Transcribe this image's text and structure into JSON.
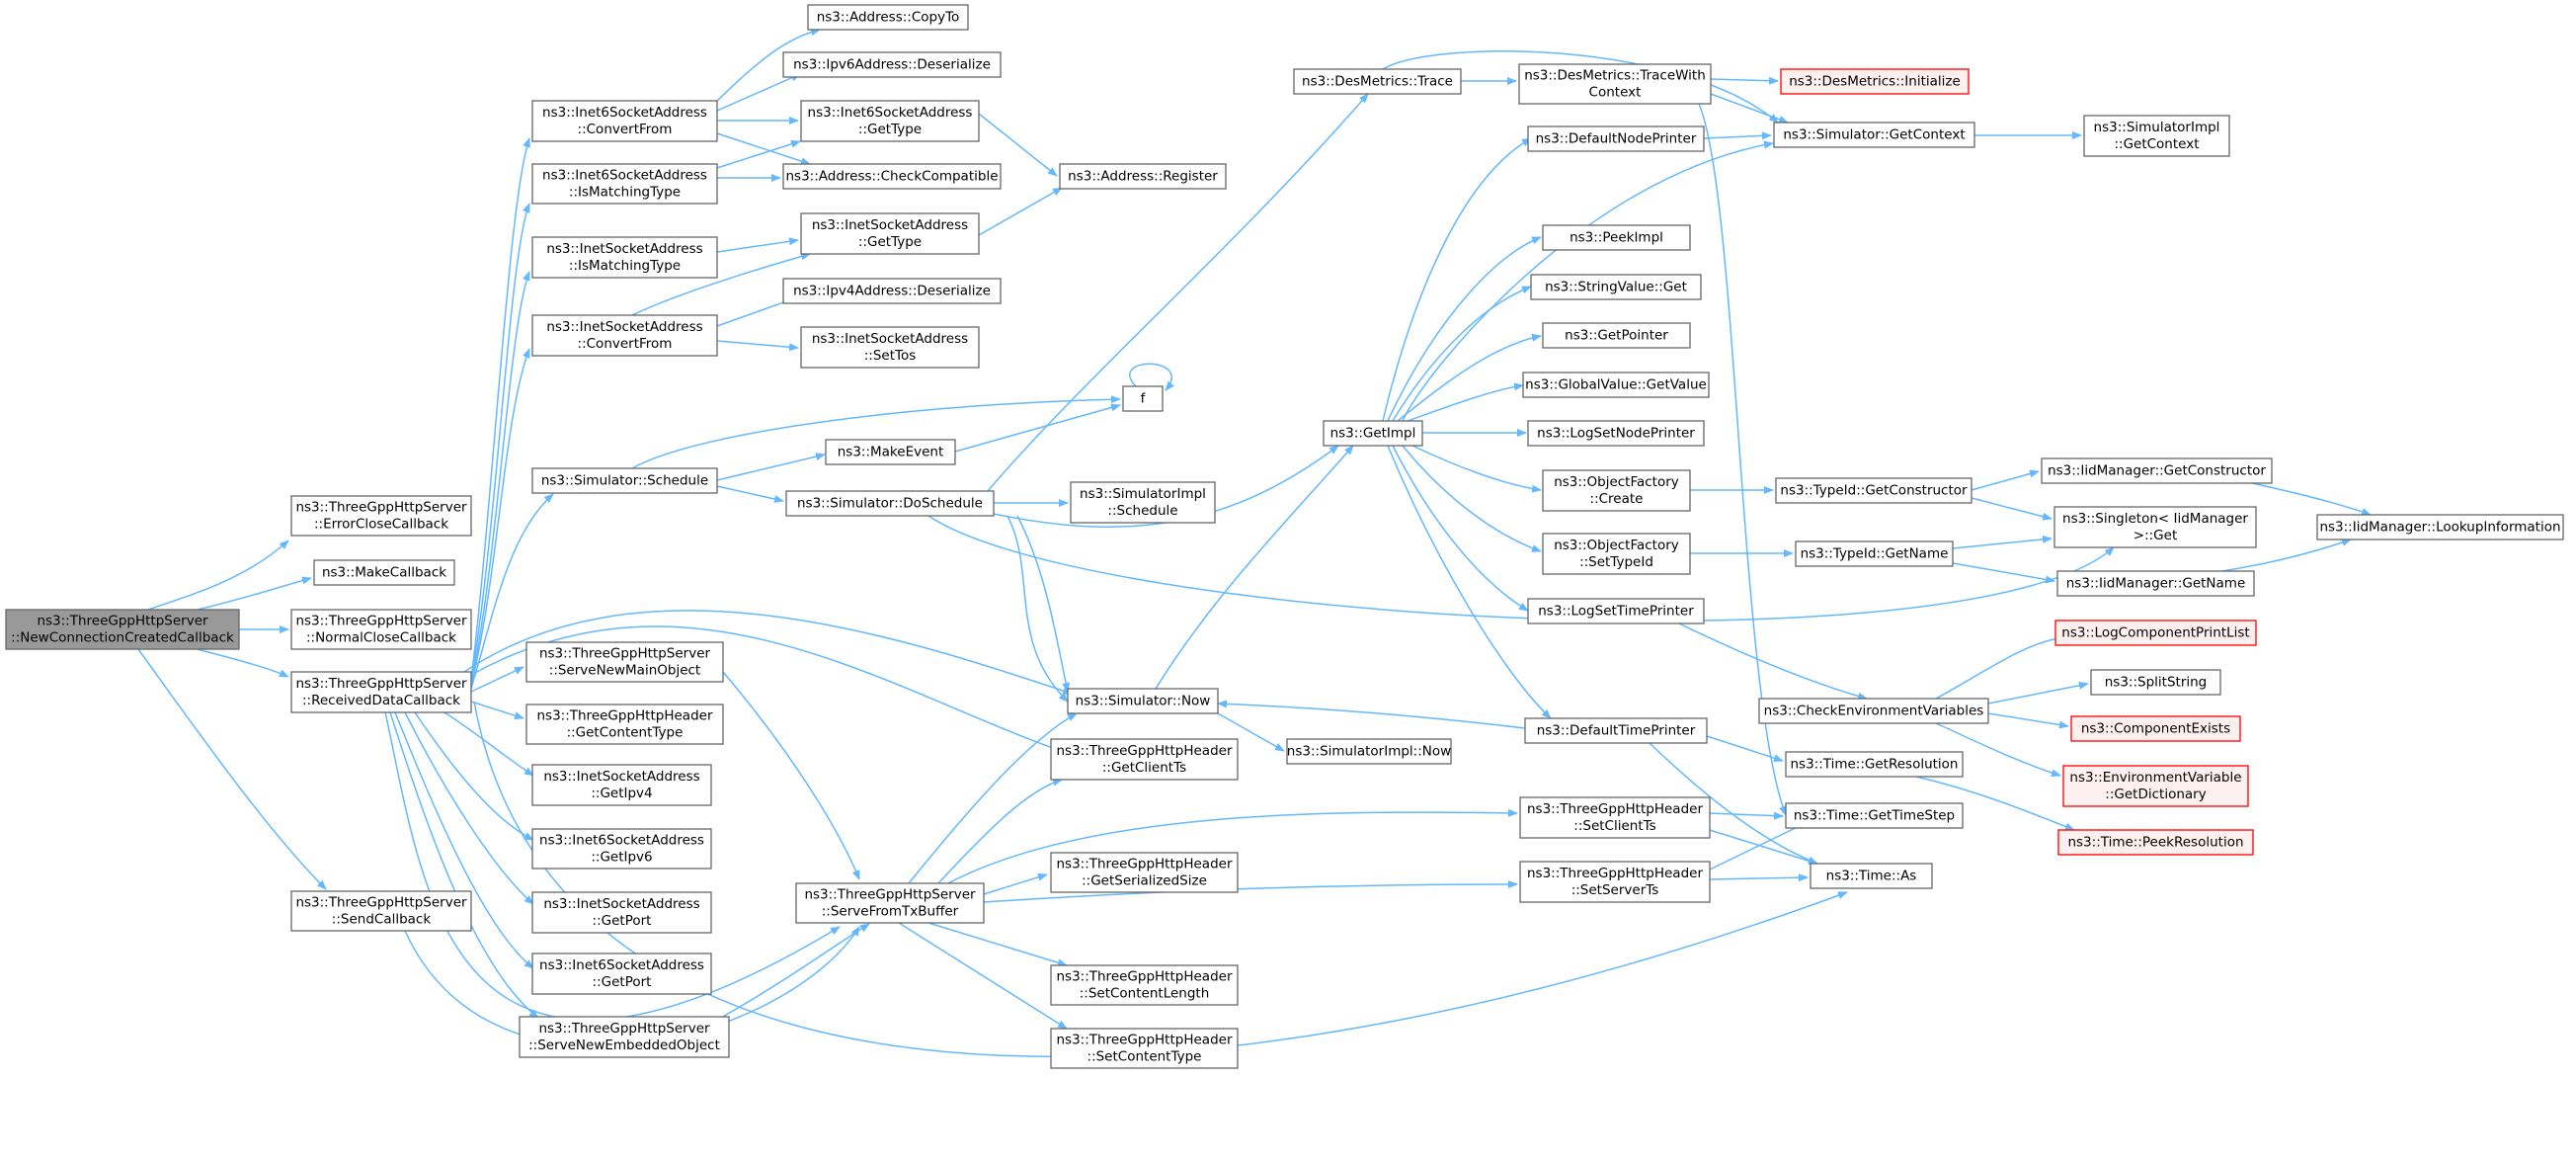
{
  "colors": {
    "edge": "#63b8ff",
    "node_border": "#666666",
    "node_fill": "#ffffff",
    "root_fill": "#999999",
    "root_border": "#666666",
    "truncated_border": "#ff0000",
    "truncated_fill": "#fff0f0",
    "text": "#000000"
  },
  "nodes": [
    {
      "id": "root",
      "lines": [
        "ns3::ThreeGppHttpServer",
        "::NewConnectionCreatedCallback"
      ],
      "kind": "root"
    },
    {
      "id": "errclose",
      "lines": [
        "ns3::ThreeGppHttpServer",
        "::ErrorCloseCallback"
      ]
    },
    {
      "id": "makecb",
      "lines": [
        "ns3::MakeCallback"
      ]
    },
    {
      "id": "normclose",
      "lines": [
        "ns3::ThreeGppHttpServer",
        "::NormalCloseCallback"
      ]
    },
    {
      "id": "recvdata",
      "lines": [
        "ns3::ThreeGppHttpServer",
        "::ReceivedDataCallback"
      ]
    },
    {
      "id": "sendcb",
      "lines": [
        "ns3::ThreeGppHttpServer",
        "::SendCallback"
      ]
    },
    {
      "id": "i6convert",
      "lines": [
        "ns3::Inet6SocketAddress",
        "::ConvertFrom"
      ]
    },
    {
      "id": "i6match",
      "lines": [
        "ns3::Inet6SocketAddress",
        "::IsMatchingType"
      ]
    },
    {
      "id": "imatch",
      "lines": [
        "ns3::InetSocketAddress",
        "::IsMatchingType"
      ]
    },
    {
      "id": "iconvert",
      "lines": [
        "ns3::InetSocketAddress",
        "::ConvertFrom"
      ]
    },
    {
      "id": "simsched",
      "lines": [
        "ns3::Simulator::Schedule"
      ]
    },
    {
      "id": "servemain",
      "lines": [
        "ns3::ThreeGppHttpServer",
        "::ServeNewMainObject"
      ]
    },
    {
      "id": "getcontenttype",
      "lines": [
        "ns3::ThreeGppHttpHeader",
        "::GetContentType"
      ]
    },
    {
      "id": "getipv4",
      "lines": [
        "ns3::InetSocketAddress",
        "::GetIpv4"
      ]
    },
    {
      "id": "getipv6",
      "lines": [
        "ns3::Inet6SocketAddress",
        "::GetIpv6"
      ]
    },
    {
      "id": "igetport",
      "lines": [
        "ns3::InetSocketAddress",
        "::GetPort"
      ]
    },
    {
      "id": "i6getport",
      "lines": [
        "ns3::Inet6SocketAddress",
        "::GetPort"
      ]
    },
    {
      "id": "serveembedded",
      "lines": [
        "ns3::ThreeGppHttpServer",
        "::ServeNewEmbeddedObject"
      ]
    },
    {
      "id": "addrcopyto",
      "lines": [
        "ns3::Address::CopyTo"
      ]
    },
    {
      "id": "ipv6deser",
      "lines": [
        "ns3::Ipv6Address::Deserialize"
      ]
    },
    {
      "id": "i6gettype",
      "lines": [
        "ns3::Inet6SocketAddress",
        "::GetType"
      ]
    },
    {
      "id": "addrcheck",
      "lines": [
        "ns3::Address::CheckCompatible"
      ]
    },
    {
      "id": "igettype",
      "lines": [
        "ns3::InetSocketAddress",
        "::GetType"
      ]
    },
    {
      "id": "ipv4deser",
      "lines": [
        "ns3::Ipv4Address::Deserialize"
      ]
    },
    {
      "id": "isettos",
      "lines": [
        "ns3::InetSocketAddress",
        "::SetTos"
      ]
    },
    {
      "id": "f",
      "lines": [
        "f"
      ]
    },
    {
      "id": "makeevent",
      "lines": [
        "ns3::MakeEvent"
      ]
    },
    {
      "id": "doschedule",
      "lines": [
        "ns3::Simulator::DoSchedule"
      ]
    },
    {
      "id": "addrreg",
      "lines": [
        "ns3::Address::Register"
      ]
    },
    {
      "id": "simimplsched",
      "lines": [
        "ns3::SimulatorImpl",
        "::Schedule"
      ]
    },
    {
      "id": "simnow",
      "lines": [
        "ns3::Simulator::Now"
      ]
    },
    {
      "id": "getclientts",
      "lines": [
        "ns3::ThreeGppHttpHeader",
        "::GetClientTs"
      ]
    },
    {
      "id": "simimplnow",
      "lines": [
        "ns3::SimulatorImpl::Now"
      ]
    },
    {
      "id": "servefromtx",
      "lines": [
        "ns3::ThreeGppHttpServer",
        "::ServeFromTxBuffer"
      ]
    },
    {
      "id": "getserialized",
      "lines": [
        "ns3::ThreeGppHttpHeader",
        "::GetSerializedSize"
      ]
    },
    {
      "id": "setcontentlen",
      "lines": [
        "ns3::ThreeGppHttpHeader",
        "::SetContentLength"
      ]
    },
    {
      "id": "setcontenttype",
      "lines": [
        "ns3::ThreeGppHttpHeader",
        "::SetContentType"
      ]
    },
    {
      "id": "desmtrace",
      "lines": [
        "ns3::DesMetrics::Trace"
      ]
    },
    {
      "id": "desmtracectx",
      "lines": [
        "ns3::DesMetrics::TraceWith",
        "Context"
      ]
    },
    {
      "id": "desminit",
      "lines": [
        "ns3::DesMetrics::Initialize"
      ],
      "kind": "truncated"
    },
    {
      "id": "defnodeprinter",
      "lines": [
        "ns3::DefaultNodePrinter"
      ]
    },
    {
      "id": "simgetctx",
      "lines": [
        "ns3::Simulator::GetContext"
      ]
    },
    {
      "id": "simimplgetctx",
      "lines": [
        "ns3::SimulatorImpl",
        "::GetContext"
      ]
    },
    {
      "id": "peekimpl",
      "lines": [
        "ns3::PeekImpl"
      ]
    },
    {
      "id": "strvalget",
      "lines": [
        "ns3::StringValue::Get"
      ]
    },
    {
      "id": "getpointer",
      "lines": [
        "ns3::GetPointer"
      ]
    },
    {
      "id": "globalvalget",
      "lines": [
        "ns3::GlobalValue::GetValue"
      ]
    },
    {
      "id": "getimpl",
      "lines": [
        "ns3::GetImpl"
      ]
    },
    {
      "id": "logsetnode",
      "lines": [
        "ns3::LogSetNodePrinter"
      ]
    },
    {
      "id": "objfactcreate",
      "lines": [
        "ns3::ObjectFactory",
        "::Create"
      ]
    },
    {
      "id": "typeidgetctor",
      "lines": [
        "ns3::TypeId::GetConstructor"
      ]
    },
    {
      "id": "iidmgrgetctor",
      "lines": [
        "ns3::IidManager::GetConstructor"
      ]
    },
    {
      "id": "singletonget",
      "lines": [
        "ns3::Singleton< IidManager",
        ">::Get"
      ]
    },
    {
      "id": "iidlookup",
      "lines": [
        "ns3::IidManager::LookupInformation"
      ]
    },
    {
      "id": "objfactsettype",
      "lines": [
        "ns3::ObjectFactory",
        "::SetTypeId"
      ]
    },
    {
      "id": "typeidgetname",
      "lines": [
        "ns3::TypeId::GetName"
      ]
    },
    {
      "id": "iidmgrgetname",
      "lines": [
        "ns3::IidManager::GetName"
      ]
    },
    {
      "id": "logsettime",
      "lines": [
        "ns3::LogSetTimePrinter"
      ]
    },
    {
      "id": "logcomplist",
      "lines": [
        "ns3::LogComponentPrintList"
      ],
      "kind": "truncated"
    },
    {
      "id": "splitstring",
      "lines": [
        "ns3::SplitString"
      ]
    },
    {
      "id": "checkenv",
      "lines": [
        "ns3::CheckEnvironmentVariables"
      ]
    },
    {
      "id": "compexists",
      "lines": [
        "ns3::ComponentExists"
      ],
      "kind": "truncated"
    },
    {
      "id": "deftimeprinter",
      "lines": [
        "ns3::DefaultTimePrinter"
      ]
    },
    {
      "id": "timegetres",
      "lines": [
        "ns3::Time::GetResolution"
      ]
    },
    {
      "id": "envvardict",
      "lines": [
        "ns3::EnvironmentVariable",
        "::GetDictionary"
      ],
      "kind": "truncated"
    },
    {
      "id": "setclientts",
      "lines": [
        "ns3::ThreeGppHttpHeader",
        "::SetClientTs"
      ]
    },
    {
      "id": "timegetstep",
      "lines": [
        "ns3::Time::GetTimeStep"
      ]
    },
    {
      "id": "timepeekres",
      "lines": [
        "ns3::Time::PeekResolution"
      ],
      "kind": "truncated"
    },
    {
      "id": "setserverts",
      "lines": [
        "ns3::ThreeGppHttpHeader",
        "::SetServerTs"
      ]
    },
    {
      "id": "timeas",
      "lines": [
        "ns3::Time::As"
      ]
    }
  ]
}
